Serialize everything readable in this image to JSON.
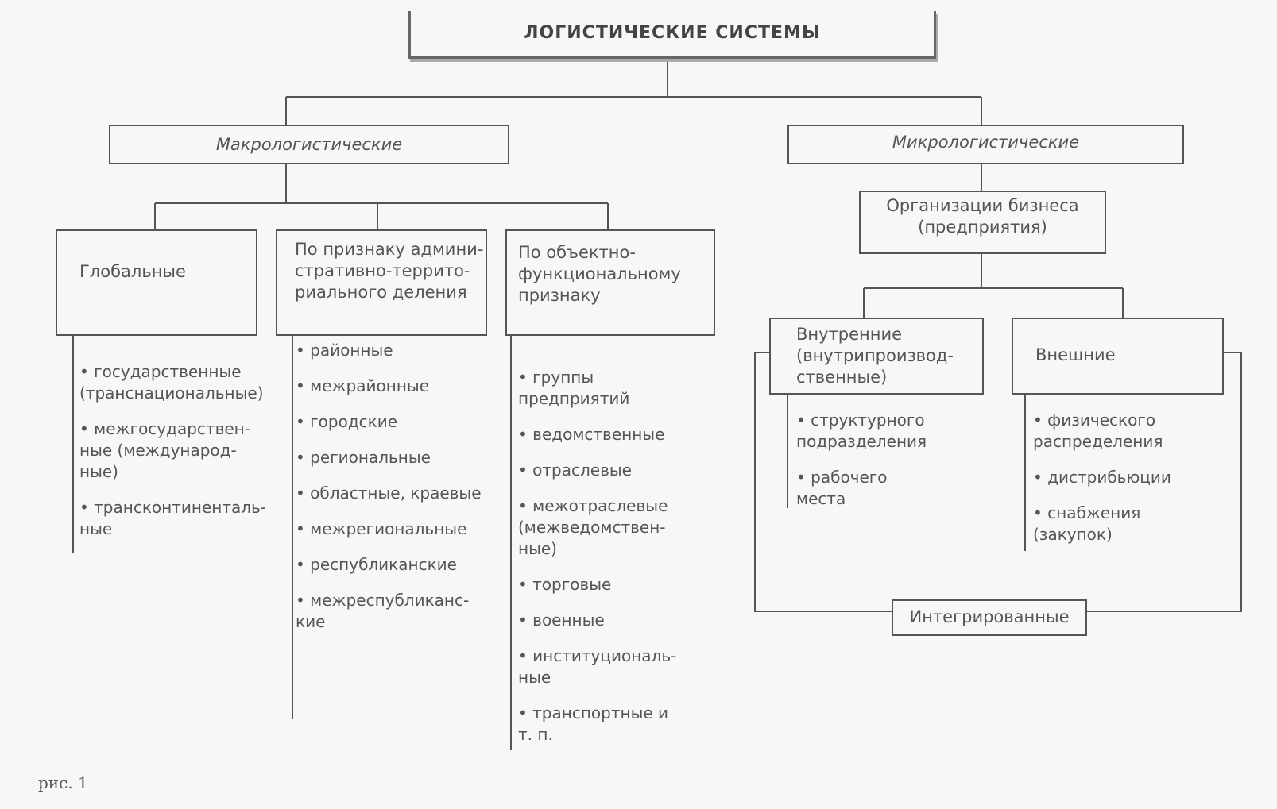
{
  "title": "ЛОГИСТИЧЕСКИЕ СИСТЕМЫ",
  "macro": {
    "label": "Макрологистические",
    "groups": [
      {
        "label": "Глобальные",
        "items": [
          "государственные (транснациональные)",
          "межгосударствен-ные (международ-ные)",
          "трансконтиненталь-ные"
        ]
      },
      {
        "label": "По признаку админи-стративно-террито-риального деления",
        "items": [
          "районные",
          "межрайонные",
          "городские",
          "региональные",
          "областные, краевые",
          "межрегиональные",
          "республиканские",
          "межреспубликанс-кие"
        ]
      },
      {
        "label": "По объектно-функциональному признаку",
        "items": [
          "группы предприятий",
          "ведомственные",
          "отраслевые",
          "межотраслевые (межведомствен-ные)",
          "торговые",
          "военные",
          "институциональ-ные",
          "транспортные и т. п."
        ]
      }
    ]
  },
  "micro": {
    "label": "Микрологистические",
    "business": "Организации бизнеса (предприятия)",
    "internal": {
      "label": "Внутренние (внутрипроизвод-ственные)",
      "items": [
        "структурного подразделения",
        "рабочего места"
      ]
    },
    "external": {
      "label": "Внешние",
      "items": [
        "физического распределения",
        "дистрибьюции",
        "снабжения (закупок)"
      ]
    },
    "integrated": "Интегрированные"
  },
  "caption": "рис. 1"
}
